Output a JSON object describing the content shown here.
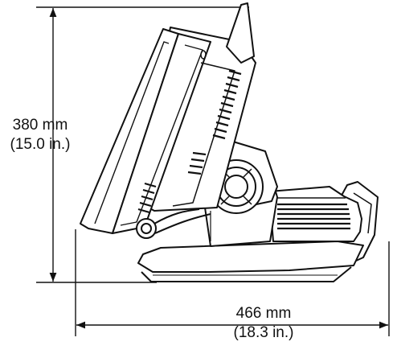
{
  "colors": {
    "ink": "#111111",
    "paper": "#ffffff"
  },
  "dimensions": {
    "height": {
      "metric": "380 mm",
      "imperial": "(15.0 in.)"
    },
    "width": {
      "metric": "466 mm",
      "imperial": "(18.3 in.)"
    }
  }
}
